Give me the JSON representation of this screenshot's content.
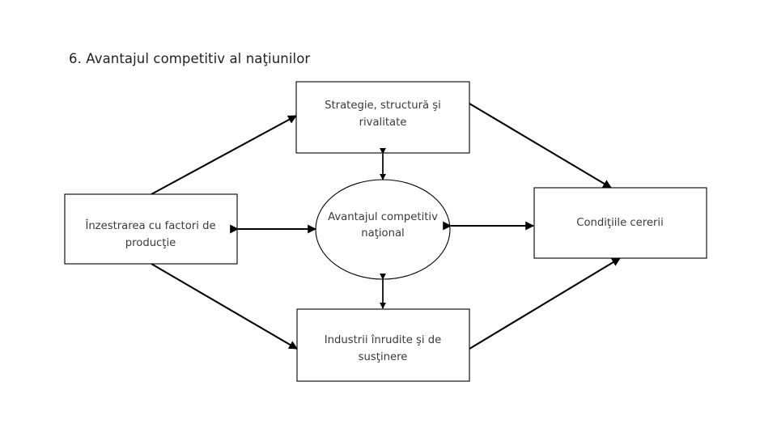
{
  "slide": {
    "title": "6. Avantajul competitiv al naţiunilor",
    "background_color": "#ffffff",
    "text_color": "#231f20"
  },
  "diagram": {
    "type": "porter-diamond",
    "shape_stroke_color": "#000000",
    "shape_fill_color": "#ffffff",
    "label_color": "#3a3a3a",
    "nodes": [
      {
        "id": "strategy",
        "shape": "rectangle",
        "position": "top",
        "lines": [
          "Strategie, structură şi",
          "rivalitate"
        ],
        "label": "Strategie, structură şi rivalitate"
      },
      {
        "id": "factors",
        "shape": "rectangle",
        "position": "left",
        "lines": [
          "Înzestrarea cu factori de",
          "producţie"
        ],
        "label": "Înzestrarea cu factori de producţie"
      },
      {
        "id": "center",
        "shape": "ellipse",
        "position": "center",
        "lines": [
          "Avantajul competitiv",
          "naţional"
        ],
        "label": "Avantajul competitiv naţional"
      },
      {
        "id": "demand",
        "shape": "rectangle",
        "position": "right",
        "lines": [
          "Condiţiile cererii"
        ],
        "label": "Condiţiile cererii"
      },
      {
        "id": "industries",
        "shape": "rectangle",
        "position": "bottom",
        "lines": [
          "Industrii înrudite şi de",
          "susţinere"
        ],
        "label": "Industrii înrudite şi de susţinere"
      }
    ],
    "connectors": [
      {
        "id": "factors-strategy",
        "from": "factors",
        "to": "strategy",
        "style": "double-arrow",
        "orientation": "diagonal"
      },
      {
        "id": "strategy-demand",
        "from": "strategy",
        "to": "demand",
        "style": "double-arrow",
        "orientation": "diagonal"
      },
      {
        "id": "factors-industries",
        "from": "factors",
        "to": "industries",
        "style": "double-arrow",
        "orientation": "diagonal"
      },
      {
        "id": "industries-demand",
        "from": "industries",
        "to": "demand",
        "style": "double-arrow",
        "orientation": "diagonal"
      },
      {
        "id": "strategy-center",
        "from": "strategy",
        "to": "center",
        "style": "double-arrow",
        "orientation": "vertical"
      },
      {
        "id": "factors-center",
        "from": "factors",
        "to": "center",
        "style": "double-arrow",
        "orientation": "horizontal"
      },
      {
        "id": "center-demand",
        "from": "center",
        "to": "demand",
        "style": "double-arrow",
        "orientation": "horizontal"
      },
      {
        "id": "center-industries",
        "from": "center",
        "to": "industries",
        "style": "double-arrow",
        "orientation": "vertical"
      }
    ]
  }
}
